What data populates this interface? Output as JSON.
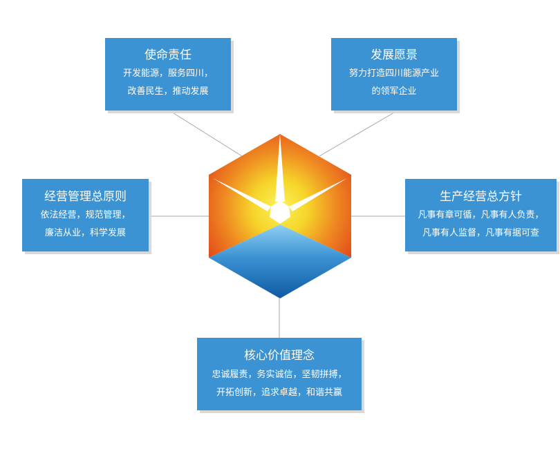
{
  "cards": {
    "mission": {
      "title": "使命责任",
      "lines": [
        "开发能源，服务四川，",
        "改善民生，推动发展"
      ]
    },
    "vision": {
      "title": "发展愿景",
      "lines": [
        "努力打造四川能源产业",
        "的领军企业"
      ]
    },
    "principle": {
      "title": "经营管理总原则",
      "lines": [
        "依法经营，规范管理，",
        "廉洁从业，科学发展"
      ]
    },
    "policy": {
      "title": "生产经营总方针",
      "lines": [
        "凡事有章可循，凡事有人负责，",
        "凡事有人监督，凡事有据可查"
      ]
    },
    "values": {
      "title": "核心价值理念",
      "lines": [
        "忠诚履责，务实诚信，坚韧拼搏，",
        "开拓创新，追求卓越，和谐共赢"
      ]
    }
  },
  "colors": {
    "card_bg": "#3b93d4",
    "connector": "#a6a6a6",
    "logo_orange": "#e4541c",
    "logo_yellow": "#f6dd2c",
    "logo_blue": "#1a6fb8"
  }
}
